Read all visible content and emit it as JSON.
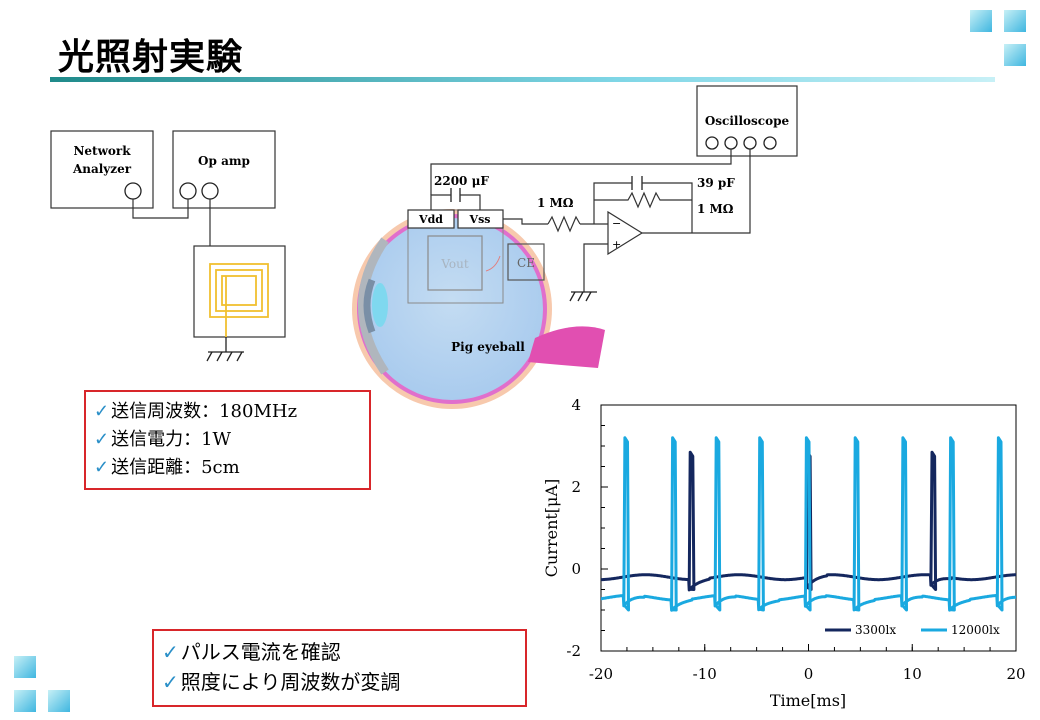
{
  "slide": {
    "title": "光照射実験",
    "accent": "#3fb6e0",
    "box_border": "#d8262a"
  },
  "diagram": {
    "network_analyzer": "Network\nAnalyzer",
    "network_analyzer_line1": "Network",
    "network_analyzer_line2": "Analyzer",
    "op_amp": "Op amp",
    "oscilloscope": "Oscilloscope",
    "cap_2200": "2200 μF",
    "vdd": "Vdd",
    "vss": "Vss",
    "res_1m_left": "1 MΩ",
    "cap_39": "39 pF",
    "res_1m_right": "1 MΩ",
    "vout": "Vout",
    "ce": "CE",
    "pig_eyeball": "Pig eyeball",
    "minus": "−",
    "plus": "+"
  },
  "box1": {
    "items": [
      "送信周波数：180MHz",
      "送信電力：1W",
      "送信距離：5cm"
    ]
  },
  "box2": {
    "items": [
      "パルス電流を確認",
      "照度により周波数が変調"
    ]
  },
  "chart_data": {
    "type": "line",
    "xlabel": "Time[ms]",
    "ylabel": "Current[μA]",
    "xlim": [
      -20,
      20
    ],
    "ylim": [
      -2,
      4
    ],
    "xticks": [
      -20,
      -10,
      0,
      10,
      20
    ],
    "yticks": [
      -2,
      0,
      2,
      4
    ],
    "xtick_labels": [
      "-20",
      "-10",
      "0",
      "10",
      "20"
    ],
    "ytick_labels": [
      "-2",
      "0",
      "2",
      "4"
    ],
    "legend_position": "bottom-right",
    "series": [
      {
        "name": "3300lx",
        "color": "#14275e",
        "baseline": -0.2,
        "spike_peak": 2.85,
        "spike_times": [
          -11.5,
          -0.2,
          11.8
        ]
      },
      {
        "name": "12000lx",
        "color": "#1aa9e0",
        "baseline": -0.7,
        "spike_peak": 3.2,
        "spike_times": [
          -17.8,
          -13.2,
          -9.0,
          -4.8,
          -0.3,
          4.4,
          9.0,
          13.6,
          18.2
        ]
      }
    ]
  }
}
